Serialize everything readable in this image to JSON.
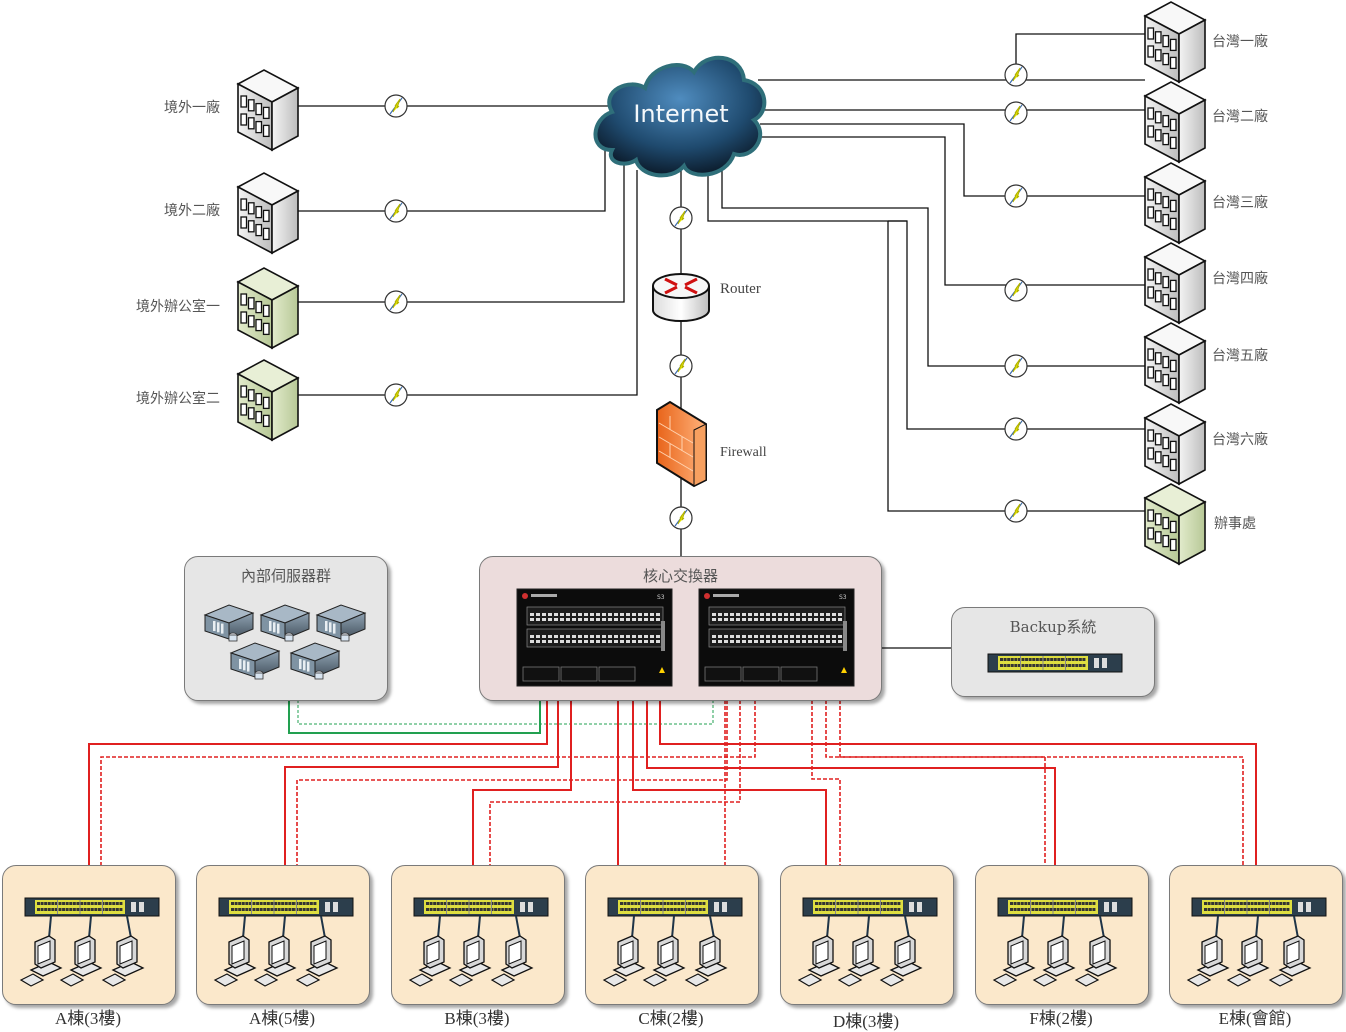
{
  "cloud": {
    "label": "Internet"
  },
  "overseas_sites": [
    {
      "label": "境外一廠",
      "type": "factory"
    },
    {
      "label": "境外二廠",
      "type": "factory"
    },
    {
      "label": "境外辦公室一",
      "type": "office"
    },
    {
      "label": "境外辦公室二",
      "type": "office"
    }
  ],
  "taiwan_sites": [
    {
      "label": "台灣一廠",
      "type": "factory"
    },
    {
      "label": "台灣二廠",
      "type": "factory"
    },
    {
      "label": "台灣三廠",
      "type": "factory"
    },
    {
      "label": "台灣四廠",
      "type": "factory"
    },
    {
      "label": "台灣五廠",
      "type": "factory"
    },
    {
      "label": "台灣六廠",
      "type": "factory"
    },
    {
      "label": "辦事處",
      "type": "office"
    }
  ],
  "router": {
    "label": "Router"
  },
  "firewall": {
    "label": "Firewall"
  },
  "server_group": {
    "title": "內部伺服器群",
    "server_count": 5
  },
  "core_switch": {
    "title": "核心交換器",
    "chassis_count": 2,
    "brand": "enterasys",
    "model": "S3"
  },
  "backup": {
    "title": "Backup系統"
  },
  "buildings": [
    {
      "label": "A棟(3樓)",
      "pc_count": 3
    },
    {
      "label": "A棟(5樓)",
      "pc_count": 3
    },
    {
      "label": "B棟(3樓)",
      "pc_count": 3
    },
    {
      "label": "C棟(2樓)",
      "pc_count": 3
    },
    {
      "label": "D棟(3樓)",
      "pc_count": 3
    },
    {
      "label": "F棟(2樓)",
      "pc_count": 3
    },
    {
      "label": "E棟(會館)",
      "pc_count": 3
    }
  ],
  "colors": {
    "factory": "#e4e4e4",
    "office": "#cfdcb0",
    "link_red": "#e02020",
    "link_green": "#22a050",
    "server_panel": "#e6e6e6",
    "core_panel": "#ecdcdc",
    "building_panel": "#fbe8cb",
    "cloud": "#2b5a80"
  }
}
